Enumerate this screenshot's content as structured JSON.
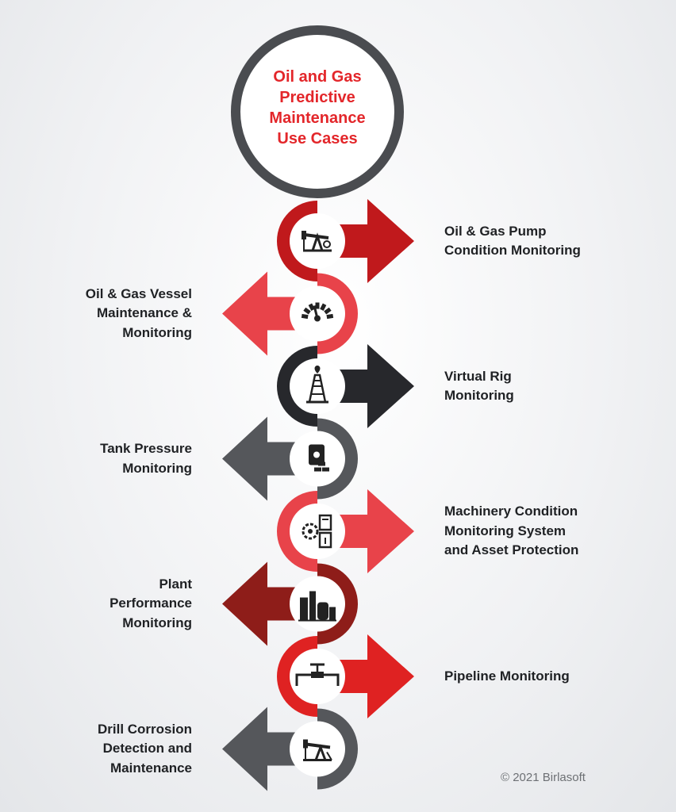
{
  "title": "Oil and Gas\nPredictive\nMaintenance\nUse Cases",
  "colors": {
    "title": "#e3262a",
    "ring": "#4a4c50",
    "text": "#1f2124"
  },
  "steps": [
    {
      "label": "Oil & Gas Pump\nCondition Monitoring",
      "side": "right",
      "color": "#c0191c",
      "icon": "pumpjack-icon"
    },
    {
      "label": "Oil & Gas Vessel\nMaintenance &\nMonitoring",
      "side": "left",
      "color": "#e8434a",
      "icon": "gauge-icon"
    },
    {
      "label": "Virtual Rig\nMonitoring",
      "side": "right",
      "color": "#27282c",
      "icon": "oil-rig-icon"
    },
    {
      "label": "Tank Pressure\nMonitoring",
      "side": "left",
      "color": "#55575b",
      "icon": "oil-barrel-icon"
    },
    {
      "label": "Machinery Condition\nMonitoring System\nand Asset Protection",
      "side": "right",
      "color": "#e8434a",
      "icon": "machinery-gear-icon"
    },
    {
      "label": "Plant\nPerformance\nMonitoring",
      "side": "left",
      "color": "#8e1d19",
      "icon": "industrial-plant-icon"
    },
    {
      "label": "Pipeline Monitoring",
      "side": "right",
      "color": "#df2222",
      "icon": "pipeline-valve-icon"
    },
    {
      "label": "Drill Corrosion\nDetection and\nMaintenance",
      "side": "left",
      "color": "#55575b",
      "icon": "drill-pumpjack-icon"
    }
  ],
  "copyright": "© 2021 Birlasoft"
}
